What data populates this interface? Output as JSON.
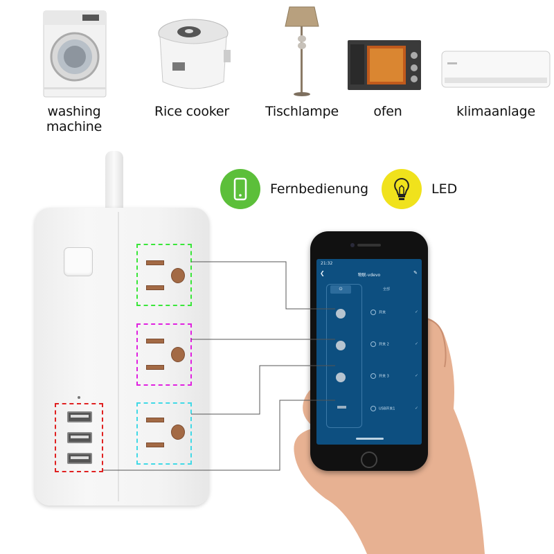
{
  "appliances": [
    {
      "label": "washing machine",
      "icon": "washing-machine-icon"
    },
    {
      "label": "Rice cooker",
      "icon": "rice-cooker-icon"
    },
    {
      "label": "Tischlampe",
      "icon": "floor-lamp-icon"
    },
    {
      "label": "ofen",
      "icon": "oven-icon"
    },
    {
      "label": "klimaanlage",
      "icon": "air-conditioner-icon"
    }
  ],
  "badges": {
    "remote": {
      "label": "Fernbedienung",
      "icon": "smartphone-icon",
      "color": "#5cbf3a"
    },
    "led": {
      "label": "LED",
      "icon": "lightbulb-icon",
      "color": "#f0e21c"
    }
  },
  "outlet_colors": {
    "outlet_1": "#39e639",
    "outlet_2": "#e020e0",
    "outlet_3": "#40d9e6",
    "usb": "#e02020"
  },
  "phone": {
    "status_time": "21:32",
    "app_title": "物联-vdevo",
    "all_label": "全部",
    "switches": [
      {
        "label": "开关"
      },
      {
        "label": "开关 2"
      },
      {
        "label": "开关 3"
      },
      {
        "label": "USB开关1"
      }
    ]
  }
}
